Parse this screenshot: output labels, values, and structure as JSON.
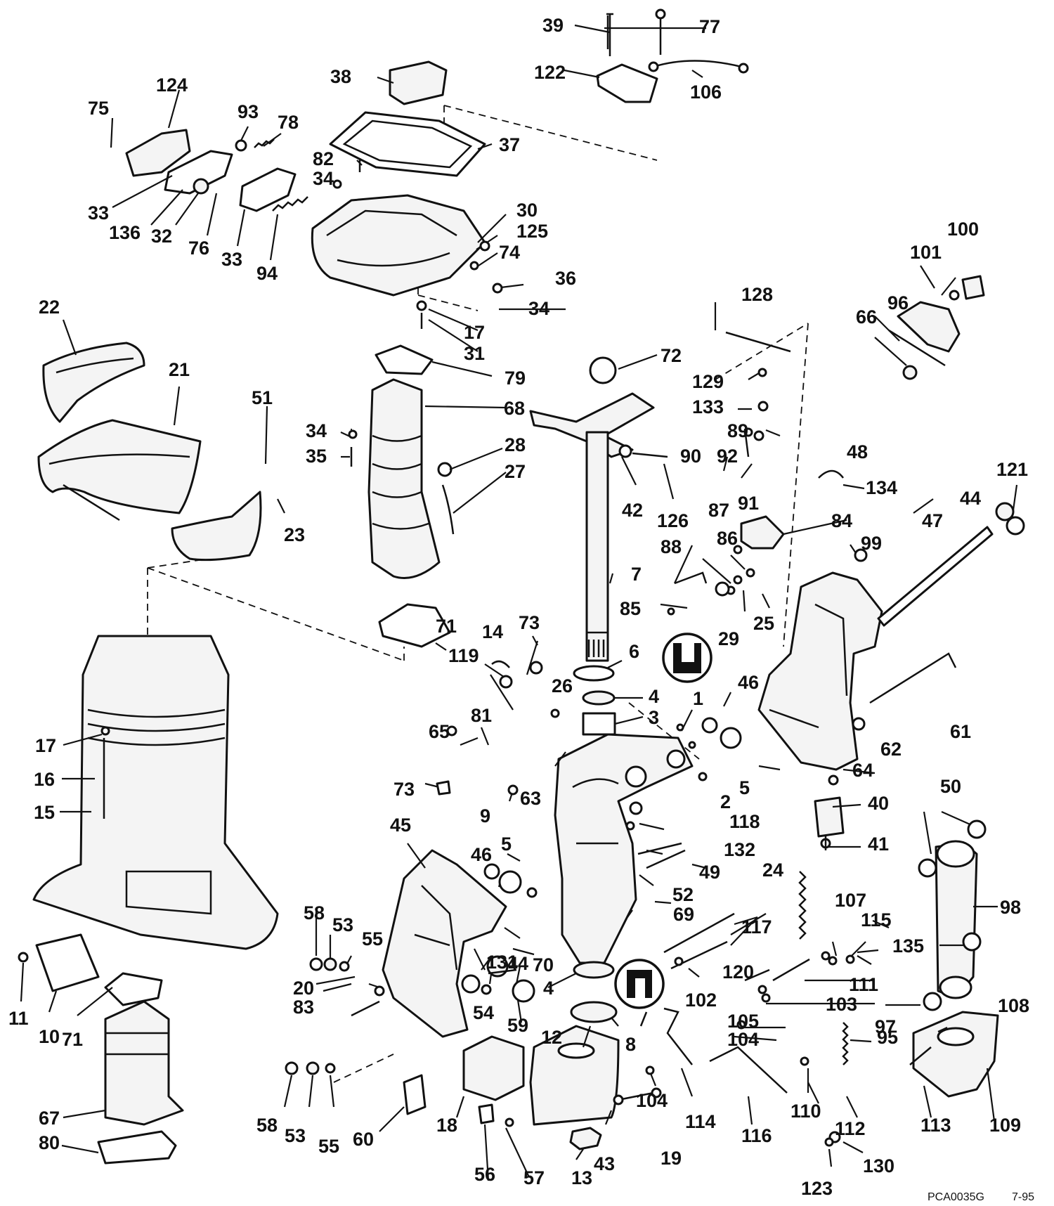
{
  "labels": {
    "l1": "1",
    "l2": "2",
    "l3": "3",
    "l4a": "4",
    "l4b": "4",
    "l5a": "5",
    "l5b": "5",
    "l6": "6",
    "l7": "7",
    "l8": "8",
    "l9": "9",
    "l10": "10",
    "l11": "11",
    "l12": "12",
    "l13": "13",
    "l14": "14",
    "l15": "15",
    "l16": "16",
    "l17a": "17",
    "l17b": "17",
    "l18": "18",
    "l19": "19",
    "l20": "20",
    "l21": "21",
    "l22": "22",
    "l23": "23",
    "l24": "24",
    "l25": "25",
    "l26": "26",
    "l27": "27",
    "l28": "28",
    "l29": "29",
    "l30": "30",
    "l31": "31",
    "l32": "32",
    "l33a": "33",
    "l33b": "33",
    "l34a": "34",
    "l34b": "34",
    "l34c": "34",
    "l35": "35",
    "l36": "36",
    "l37": "37",
    "l38": "38",
    "l39": "39",
    "l40": "40",
    "l41": "41",
    "l42": "42",
    "l43": "43",
    "l44a": "44",
    "l44b": "44",
    "l45": "45",
    "l46a": "46",
    "l46b": "46",
    "l47": "47",
    "l48": "48",
    "l49": "49",
    "l50": "50",
    "l51": "51",
    "l52": "52",
    "l53a": "53",
    "l53b": "53",
    "l54": "54",
    "l55a": "55",
    "l55b": "55",
    "l56": "56",
    "l57": "57",
    "l58a": "58",
    "l58b": "58",
    "l59": "59",
    "l60": "60",
    "l61": "61",
    "l62": "62",
    "l63": "63",
    "l64": "64",
    "l65": "65",
    "l66": "66",
    "l67": "67",
    "l68": "68",
    "l69": "69",
    "l70": "70",
    "l71a": "71",
    "l71b": "71",
    "l72": "72",
    "l73a": "73",
    "l73b": "73",
    "l74": "74",
    "l75": "75",
    "l76": "76",
    "l77": "77",
    "l78": "78",
    "l79": "79",
    "l80": "80",
    "l81": "81",
    "l82": "82",
    "l83": "83",
    "l84": "84",
    "l85": "85",
    "l86": "86",
    "l87": "87",
    "l88": "88",
    "l89": "89",
    "l90": "90",
    "l91": "91",
    "l92": "92",
    "l93": "93",
    "l94": "94",
    "l95": "95",
    "l96": "96",
    "l97": "97",
    "l98": "98",
    "l99": "99",
    "l100": "100",
    "l101": "101",
    "l102": "102",
    "l103": "103",
    "l104a": "104",
    "l104b": "104",
    "l105": "105",
    "l106": "106",
    "l107": "107",
    "l108": "108",
    "l109": "109",
    "l110": "110",
    "l111": "111",
    "l112": "112",
    "l113": "113",
    "l114": "114",
    "l115": "115",
    "l116": "116",
    "l117": "117",
    "l118": "118",
    "l119": "119",
    "l120": "120",
    "l121": "121",
    "l122": "122",
    "l123": "123",
    "l124": "124",
    "l125": "125",
    "l126": "126",
    "l128": "128",
    "l129": "129",
    "l130": "130",
    "l131": "131",
    "l132": "132",
    "l133": "133",
    "l134": "134",
    "l135": "135",
    "l136": "136"
  },
  "caption": {
    "code": "PCA0035G",
    "date": "7-95"
  }
}
